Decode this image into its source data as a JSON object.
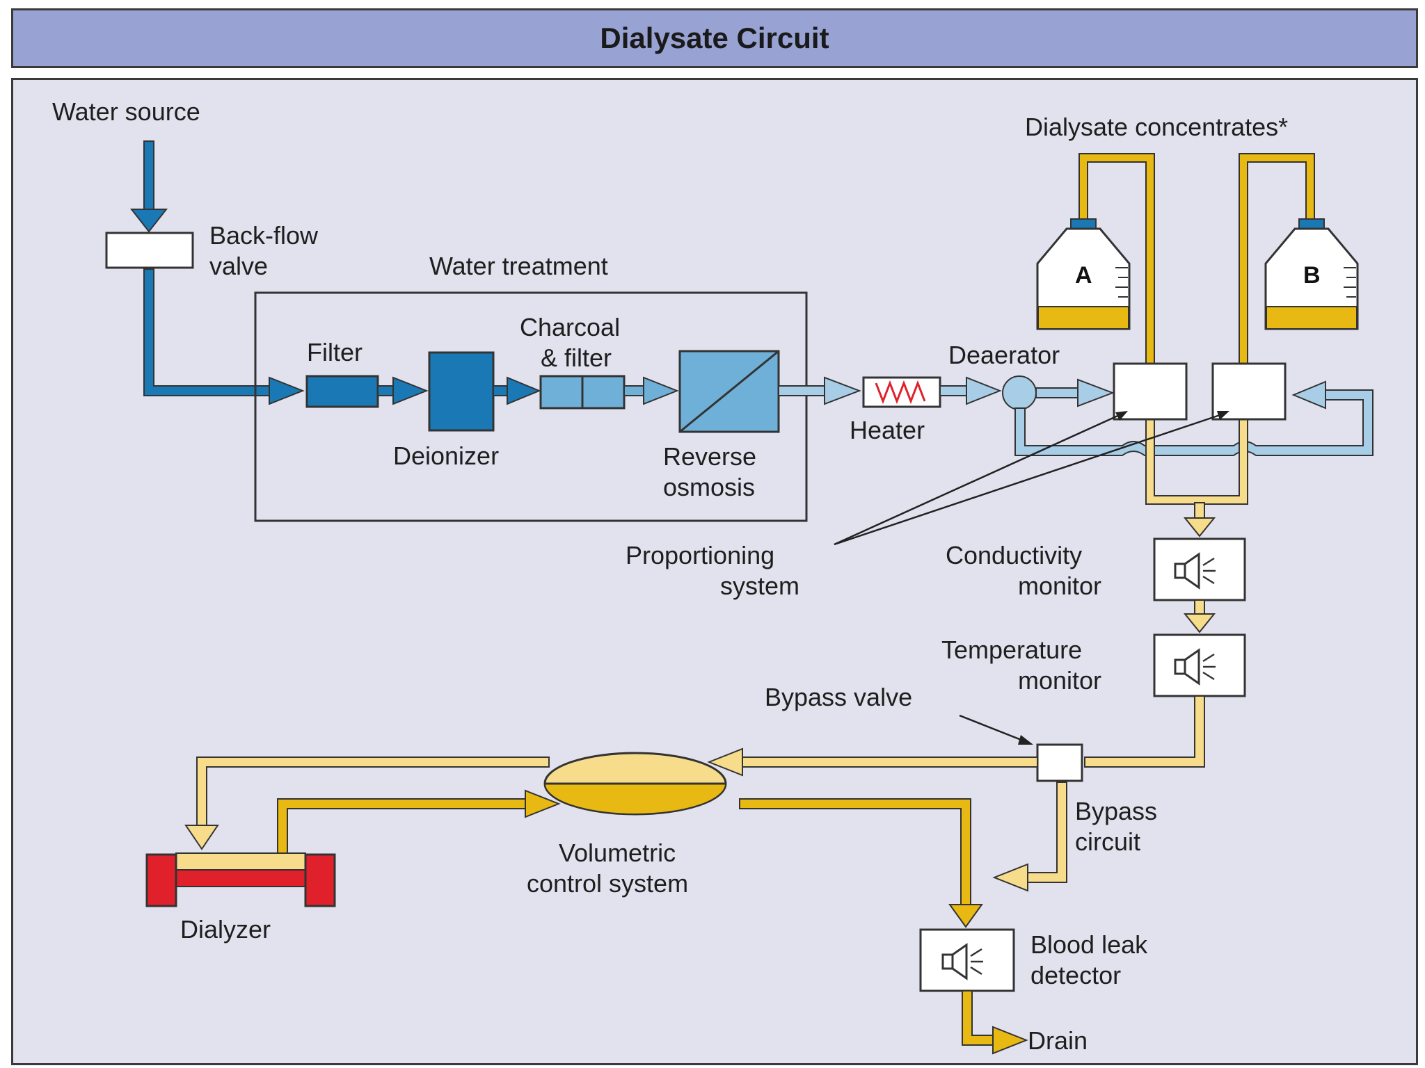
{
  "title": "Dialysate Circuit",
  "labels": {
    "water_source": "Water source",
    "backflow_1": "Back-flow",
    "backflow_2": "valve",
    "water_treatment": "Water treatment",
    "filter": "Filter",
    "deionizer": "Deionizer",
    "charcoal_1": "Charcoal",
    "charcoal_2": "& filter",
    "ro_1": "Reverse",
    "ro_2": "osmosis",
    "heater": "Heater",
    "deaerator": "Deaerator",
    "concentrates": "Dialysate concentrates*",
    "tank_a": "A",
    "tank_b": "B",
    "proportioning_1": "Proportioning",
    "proportioning_2": "system",
    "conductivity_1": "Conductivity",
    "conductivity_2": "monitor",
    "temperature_1": "Temperature",
    "temperature_2": "monitor",
    "bypass_valve": "Bypass valve",
    "bypass_circuit_1": "Bypass",
    "bypass_circuit_2": "circuit",
    "volumetric_1": "Volumetric",
    "volumetric_2": "control system",
    "dialyzer": "Dialyzer",
    "blood_leak_1": "Blood leak",
    "blood_leak_2": "detector",
    "drain": "Drain"
  },
  "colors": {
    "dark_blue": "#1a79b5",
    "light_blue": "#a8cde6",
    "yellow": "#e9b913",
    "light_yellow": "#f7dc8c",
    "red": "#e0202a",
    "title_bar": "#98a3d3",
    "panel": "#e2e2ef"
  }
}
